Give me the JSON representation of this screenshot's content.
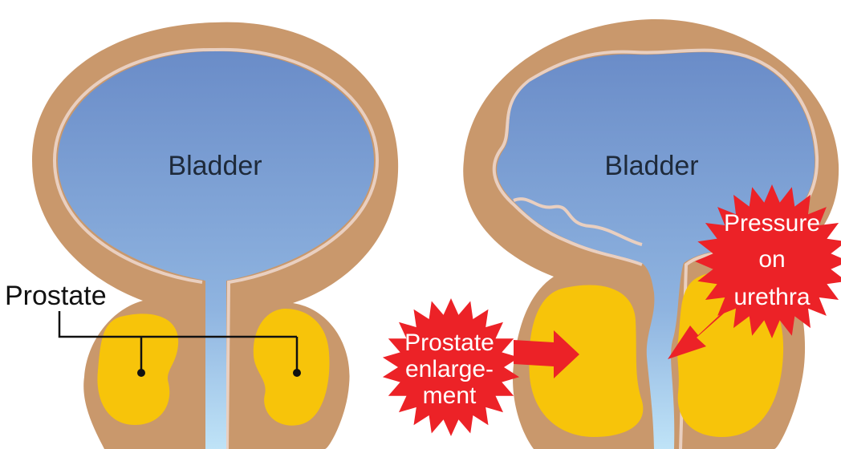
{
  "diagrams": {
    "normal": {
      "bladder_label": "Bladder",
      "prostate_label": "Prostate"
    },
    "enlarged": {
      "bladder_label": "Bladder",
      "burst_left_lines": [
        "Prostate",
        "enlarge-",
        "ment"
      ],
      "burst_right_lines": [
        "Pressure",
        "on",
        "urethra"
      ]
    }
  },
  "colors": {
    "wall": "#c9986c",
    "wall_outline": "#e9cfc0",
    "bladder_top": "#6a8cc8",
    "bladder_bottom": "#9fcdef",
    "prostate": "#f7c40a",
    "burst": "#ec2227",
    "arrow": "#ec2227"
  }
}
